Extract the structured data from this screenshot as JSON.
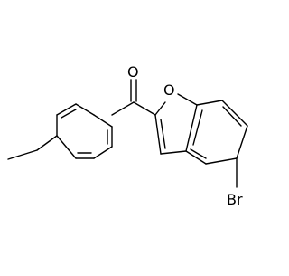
{
  "molecule": {
    "atoms": {
      "oxygen_carbonyl": "O",
      "oxygen_ring": "O",
      "bromine": "Br"
    },
    "colors": {
      "bond": "#000000",
      "label": "#000000",
      "background": "#ffffff"
    }
  }
}
